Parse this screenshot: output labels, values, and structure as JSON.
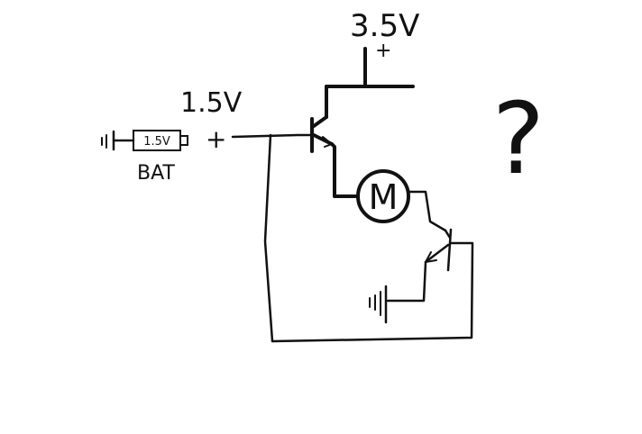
{
  "labels": {
    "supply_voltage": "3.5V",
    "supply_polarity": "+",
    "base_voltage": "1.5V",
    "battery_value": "1.5V",
    "battery_name": "BAT",
    "battery_polarity": "+",
    "motor": "M",
    "question": "?"
  },
  "colors": {
    "ink": "#111111",
    "background": "#ffffff"
  }
}
